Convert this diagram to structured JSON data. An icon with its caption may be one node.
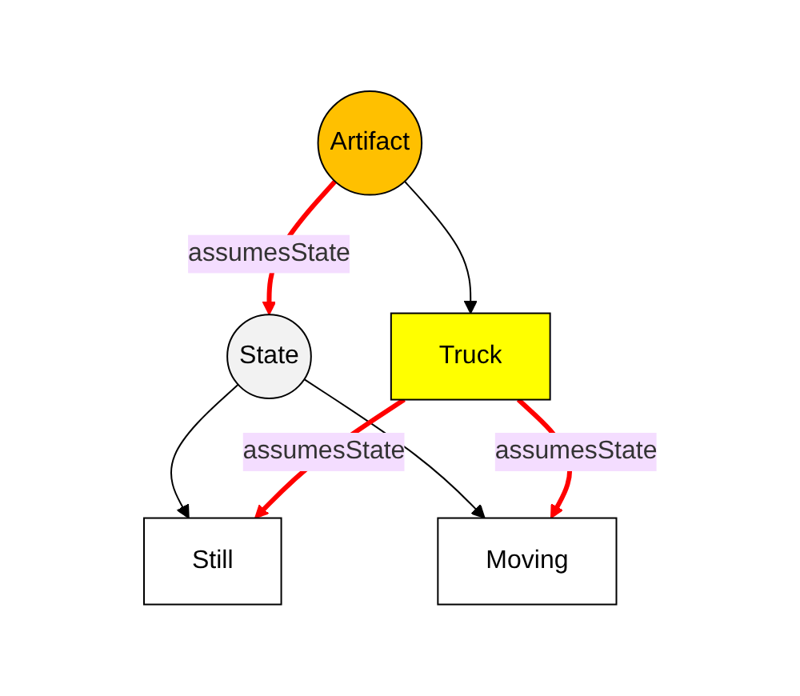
{
  "diagram": {
    "nodes": [
      {
        "text": [
          "Artifact"
        ]
      },
      {
        "text": [
          "State"
        ]
      },
      {
        "text": [
          "Truck"
        ]
      },
      {
        "text": [
          "Still"
        ]
      },
      {
        "text": [
          "Moving"
        ]
      }
    ],
    "edges": [
      {
        "from": 0,
        "to": 1,
        "arrow": "to",
        "label": "assumesState",
        "style": "thick",
        "color": "#ff0000"
      },
      {
        "from": 0,
        "to": 2,
        "arrow": "to",
        "color": "#000000"
      },
      {
        "from": 1,
        "to": 3,
        "arrow": "to",
        "color": "#000000"
      },
      {
        "from": 1,
        "to": 4,
        "arrow": "to",
        "color": "#000000"
      },
      {
        "from": 2,
        "to": 3,
        "arrow": "to",
        "label": "assumesState",
        "style": "thick",
        "color": "#ff0000"
      },
      {
        "from": 2,
        "to": 4,
        "arrow": "to",
        "label": "assumesState",
        "style": "thick",
        "color": "#ff0000"
      }
    ]
  }
}
